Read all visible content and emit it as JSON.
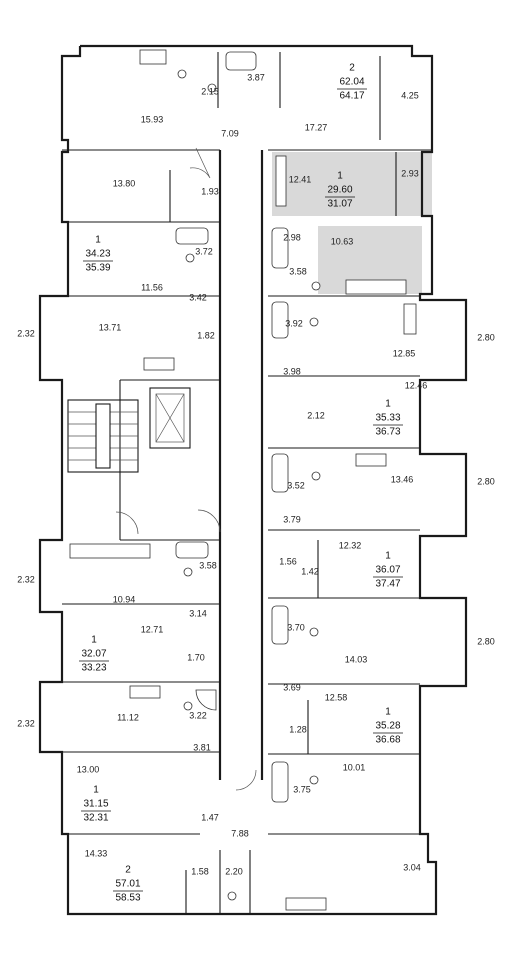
{
  "floor_plan": {
    "apartments": [
      {
        "rooms": "2",
        "area_living": "62.04",
        "area_total": "64.17"
      },
      {
        "rooms": "1",
        "area_living": "29.60",
        "area_total": "31.07"
      },
      {
        "rooms": "1",
        "area_living": "34.23",
        "area_total": "35.39"
      },
      {
        "rooms": "1",
        "area_living": "35.33",
        "area_total": "36.73"
      },
      {
        "rooms": "1",
        "area_living": "36.07",
        "area_total": "37.47"
      },
      {
        "rooms": "1",
        "area_living": "32.07",
        "area_total": "33.23"
      },
      {
        "rooms": "1",
        "area_living": "35.28",
        "area_total": "36.68"
      },
      {
        "rooms": "1",
        "area_living": "31.15",
        "area_total": "32.31"
      },
      {
        "rooms": "2",
        "area_living": "57.01",
        "area_total": "58.53"
      }
    ],
    "room_areas": [
      "4.25",
      "3.87",
      "2.15",
      "15.93",
      "7.09",
      "17.27",
      "13.80",
      "1.93",
      "12.41",
      "2.93",
      "3.72",
      "2.98",
      "10.63",
      "11.56",
      "3.58",
      "3.42",
      "2.32",
      "13.71",
      "1.82",
      "3.92",
      "2.80",
      "12.85",
      "3.98",
      "12.46",
      "2.12",
      "3.52",
      "13.46",
      "2.80",
      "3.79",
      "3.58",
      "12.32",
      "2.32",
      "1.56",
      "1.42",
      "10.94",
      "3.14",
      "12.71",
      "3.70",
      "2.80",
      "1.70",
      "14.03",
      "3.69",
      "12.58",
      "2.32",
      "11.12",
      "3.22",
      "1.28",
      "3.81",
      "13.00",
      "10.01",
      "3.75",
      "1.47",
      "7.88",
      "14.33",
      "1.58",
      "2.20",
      "3.04"
    ]
  }
}
